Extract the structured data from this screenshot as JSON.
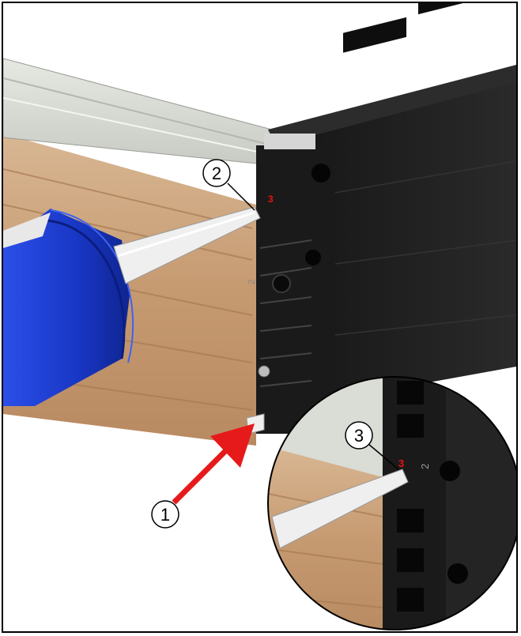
{
  "callouts": [
    {
      "number": "1"
    },
    {
      "number": "2"
    },
    {
      "number": "3"
    }
  ],
  "marks": {
    "red_glyph": "3",
    "side_glyph": "2"
  },
  "colors": {
    "arrow": "#e61a1a",
    "rail_body": "#1f1f1f",
    "aluminium": "#d9dbd5",
    "wood": "#c9a07a",
    "cartridge_blue": "#1c3fd0",
    "nozzle": "#ececec"
  }
}
